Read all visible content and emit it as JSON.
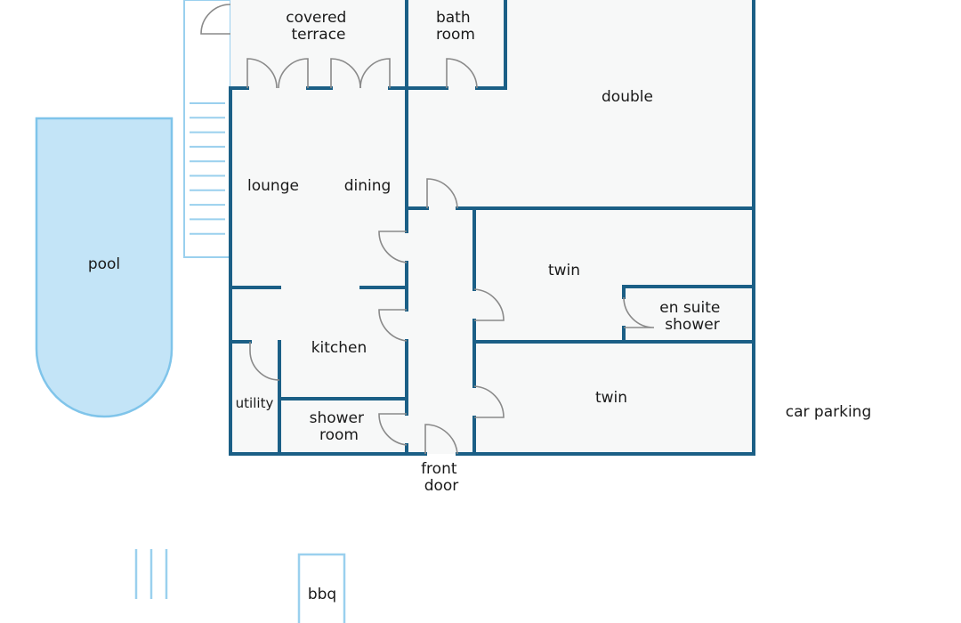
{
  "colors": {
    "wall": "#1b5f86",
    "floor": "#f7f8f8",
    "pool_fill": "#c3e4f7",
    "pool_stroke": "#7fc4ea",
    "door": "#8a8a8a",
    "outdoor_line": "#9ad0ee",
    "text": "#1a1a1a"
  },
  "labels": {
    "covered_terrace": [
      "covered",
      "terrace"
    ],
    "bath_room": [
      "bath",
      "room"
    ],
    "double": "double",
    "pool": "pool",
    "lounge": "lounge",
    "dining": "dining",
    "twin_upper": "twin",
    "en_suite_shower": [
      "en suite",
      "shower"
    ],
    "kitchen": "kitchen",
    "utility": "utility",
    "shower_room": [
      "shower",
      "room"
    ],
    "twin_lower": "twin",
    "car_parking": "car parking",
    "front_door": [
      "front",
      "door"
    ],
    "bbq": "bbq"
  },
  "icons": {
    "door_swing": "door-swing-icon",
    "steps": "steps-icon",
    "pool": "pool-icon"
  }
}
